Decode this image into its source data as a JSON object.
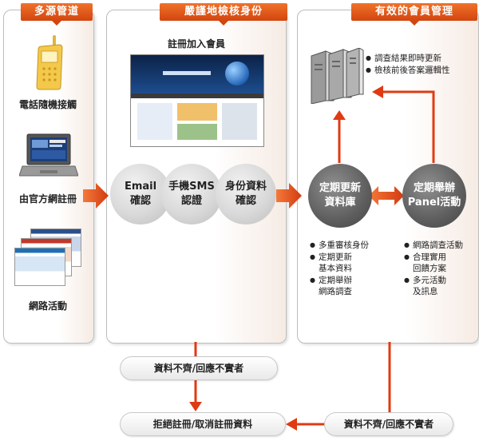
{
  "headers": {
    "sources": "多源管道",
    "verification": "嚴謹地檢核身份",
    "management": "有效的會員管理"
  },
  "sources": {
    "phone_label": "電話隨機接觸",
    "website_label": "由官方網註冊",
    "events_label": "網路活動"
  },
  "verification": {
    "register_title": "註冊加入會員",
    "step_email": [
      "Email",
      "確認"
    ],
    "step_sms": [
      "手機SMS",
      "認證"
    ],
    "step_identity": [
      "身份資料",
      "確認"
    ]
  },
  "management": {
    "database_circle": [
      "定期更新",
      "資料庫"
    ],
    "panel_circle": [
      "定期舉辦",
      "Panel活動"
    ],
    "server_notes": [
      "調查結果即時更新",
      "檢核前後答案邏輯性"
    ],
    "database_notes": [
      "多重審核身份",
      "定期更新\n基本資料",
      "定期舉辦\n網路調查"
    ],
    "panel_notes": [
      "網路調查活動",
      "合理實用\n回饋方案",
      "多元活動\n及訊息"
    ]
  },
  "rejection": {
    "incomplete_middle": "資料不齊/回應不實者",
    "incomplete_right": "資料不齊/回應不實者",
    "reject_label": "拒絕註冊/取消註冊資料"
  },
  "colors": {
    "accent": "#e8501e",
    "arrow": "#e03a12",
    "header_top": "#f0722a",
    "header_bottom": "#d2450f",
    "dark_circle": "#5e5e5e",
    "light_circle": "#d9d9d9"
  }
}
